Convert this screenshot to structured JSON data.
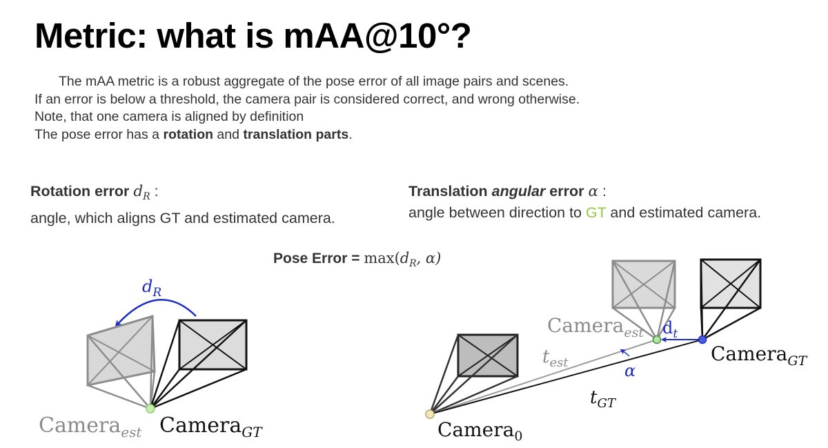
{
  "title": "Metric: what is mAA@10°?",
  "intro": {
    "line1": "The mAA metric is a robust aggregate of the pose error of all image pairs and scenes.",
    "line2": "If an error is below a threshold, the camera pair is considered correct, and wrong otherwise.",
    "line3": "Note, that one camera is aligned by definition",
    "line4_prefix": "The pose error has a ",
    "line4_rotation": "rotation",
    "line4_and": " and ",
    "line4_translation": "translation parts",
    "line4_suffix": "."
  },
  "rotation": {
    "heading": "Rotation error",
    "symbol": "d",
    "symbol_sub": "R",
    "colon": " :",
    "description": "angle, which aligns GT and estimated camera."
  },
  "translation": {
    "heading_prefix": "Translation ",
    "heading_italic": "angular",
    "heading_suffix": " error",
    "symbol": "α",
    "colon": " :",
    "description_prefix": "angle between direction to ",
    "description_gt": "GT",
    "description_suffix": "  and estimated camera."
  },
  "pose_error": {
    "label": "Pose Error = ",
    "formula_prefix": "max(",
    "formula_d": "d",
    "formula_sub": "R",
    "formula_suffix": ", α)"
  },
  "left_diagram": {
    "dr_label": "d",
    "dr_sub": "R",
    "camera_est": "Camera",
    "camera_est_sub": "est",
    "camera_gt": "Camera",
    "camera_gt_sub": "GT"
  },
  "right_diagram": {
    "camera_est": "Camera",
    "camera_est_sub": "est",
    "camera_gt": "Camera",
    "camera_gt_sub": "GT",
    "camera_0": "Camera",
    "camera_0_sub": "0",
    "dt_label": "d",
    "dt_sub": "t",
    "t_est": "t",
    "t_est_sub": "est",
    "t_gt": "t",
    "t_gt_sub": "GT",
    "alpha": "α"
  },
  "colors": {
    "blue": "#1a2bc4",
    "green": "#92c83e",
    "gray_camera": "#8a8a8a",
    "dark_camera": "#111111"
  }
}
